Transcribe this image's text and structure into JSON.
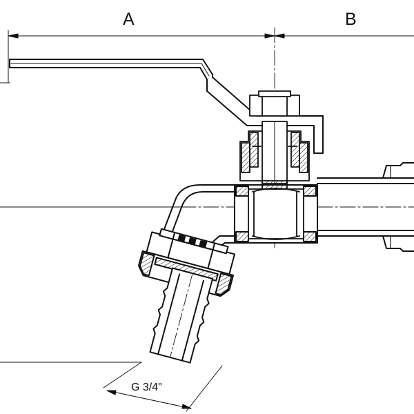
{
  "dimensions": {
    "a": "A",
    "b": "B",
    "thread_size": "G 3/4\""
  }
}
